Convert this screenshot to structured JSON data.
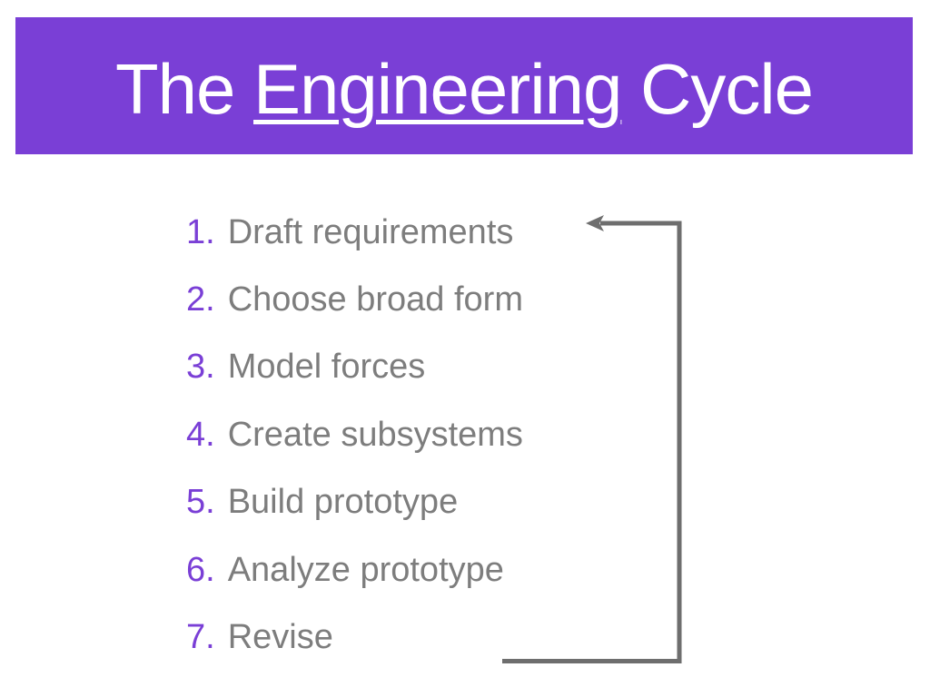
{
  "slide": {
    "title": {
      "prefix": "The ",
      "underlined": "Engineering",
      "suffix": " Cycle"
    },
    "steps": [
      {
        "number": "1.",
        "text": "Draft requirements"
      },
      {
        "number": "2.",
        "text": "Choose broad form"
      },
      {
        "number": "3.",
        "text": "Model forces"
      },
      {
        "number": "4.",
        "text": "Create subsystems"
      },
      {
        "number": "5.",
        "text": "Build prototype"
      },
      {
        "number": "6.",
        "text": "Analyze prototype"
      },
      {
        "number": "7.",
        "text": "Revise"
      }
    ]
  },
  "colors": {
    "banner_bg": "#7a3fd6",
    "title_text": "#ffffff",
    "number": "#7a3fd6",
    "body_text": "#7d7d7d",
    "arrow": "#6e6e6e",
    "background": "#ffffff"
  }
}
